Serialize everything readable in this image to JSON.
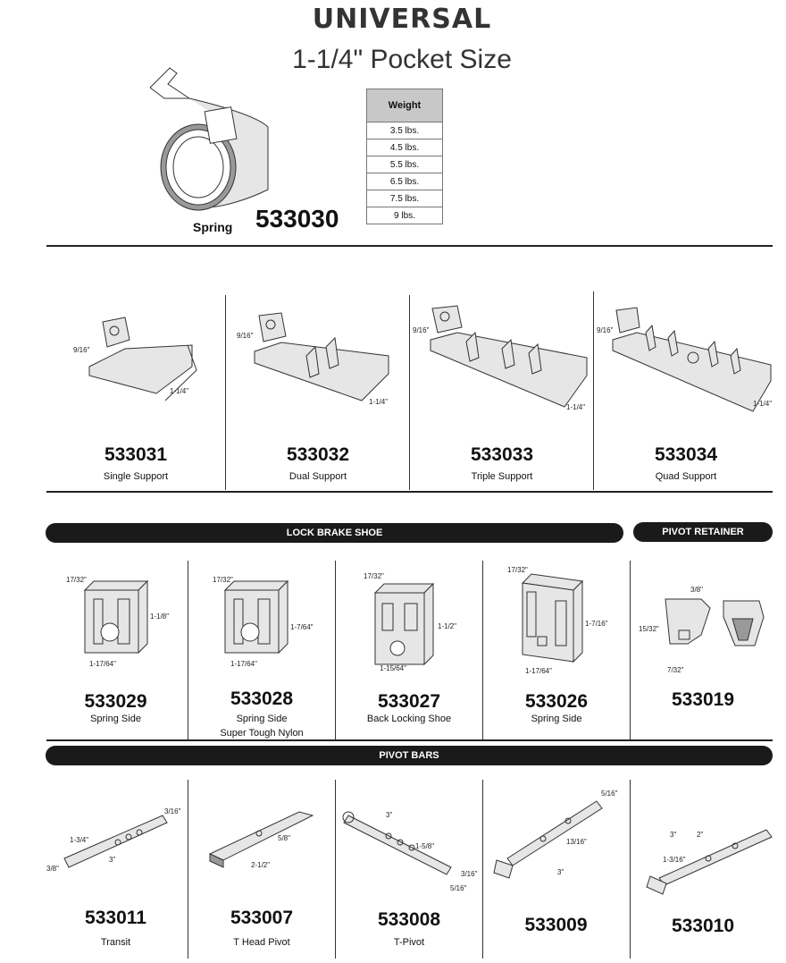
{
  "header": {
    "brand": "UNIVERSAL",
    "subtitle": "1-1/4\" Pocket Size"
  },
  "spring": {
    "label": "Spring",
    "part_number": "533030",
    "weight_header": "Weight",
    "weights": [
      "3.5 lbs.",
      "4.5 lbs.",
      "5.5 lbs.",
      "6.5 lbs.",
      "7.5 lbs.",
      "9 lbs."
    ]
  },
  "supports": [
    {
      "part": "533031",
      "desc": "Single Support",
      "dims": [
        "9/16\"",
        "1-1/4\""
      ]
    },
    {
      "part": "533032",
      "desc": "Dual Support",
      "dims": [
        "9/16\"",
        "1-1/4\""
      ]
    },
    {
      "part": "533033",
      "desc": "Triple Support",
      "dims": [
        "9/16\"",
        "1-1/4\""
      ]
    },
    {
      "part": "533034",
      "desc": "Quad Support",
      "dims": [
        "9/16\"",
        "1-1/4\""
      ]
    }
  ],
  "sections": {
    "lock_brake_shoe": "LOCK BRAKE SHOE",
    "pivot_retainer": "PIVOT RETAINER",
    "pivot_bars": "PIVOT BARS"
  },
  "shoes": [
    {
      "part": "533029",
      "desc": "Spring Side",
      "desc2": "",
      "dims": [
        "17/32\"",
        "1-1/8\"",
        "1-17/64\""
      ]
    },
    {
      "part": "533028",
      "desc": "Spring Side",
      "desc2": "Super Tough Nylon",
      "dims": [
        "17/32\"",
        "1-7/64\"",
        "1-17/64\""
      ]
    },
    {
      "part": "533027",
      "desc": "Back Locking Shoe",
      "desc2": "",
      "dims": [
        "17/32\"",
        "1-1/2\"",
        "1-15/64\""
      ]
    },
    {
      "part": "533026",
      "desc": "Spring Side",
      "desc2": "",
      "dims": [
        "17/32\"",
        "1-7/16\"",
        "1-17/64\""
      ]
    }
  ],
  "retainer": {
    "part": "533019",
    "dims": [
      "3/8\"",
      "15/32\"",
      "7/32\""
    ]
  },
  "pivots": [
    {
      "part": "533011",
      "desc": "Transit",
      "dims": [
        "3/16\"",
        "1-3/4\"",
        "3/8\"",
        "3\""
      ]
    },
    {
      "part": "533007",
      "desc": "T Head Pivot",
      "dims": [
        "5/8\"",
        "2-1/2\""
      ]
    },
    {
      "part": "533008",
      "desc": "T-Pivot",
      "dims": [
        "3\"",
        "1-5/8\"",
        "3/16\"",
        "5/16\""
      ]
    },
    {
      "part": "533009",
      "desc": "",
      "dims": [
        "5/16\"",
        "13/16\"",
        "3\""
      ]
    },
    {
      "part": "533010",
      "desc": "",
      "dims": [
        "3\"",
        "2\"",
        "1-3/16\""
      ]
    }
  ]
}
